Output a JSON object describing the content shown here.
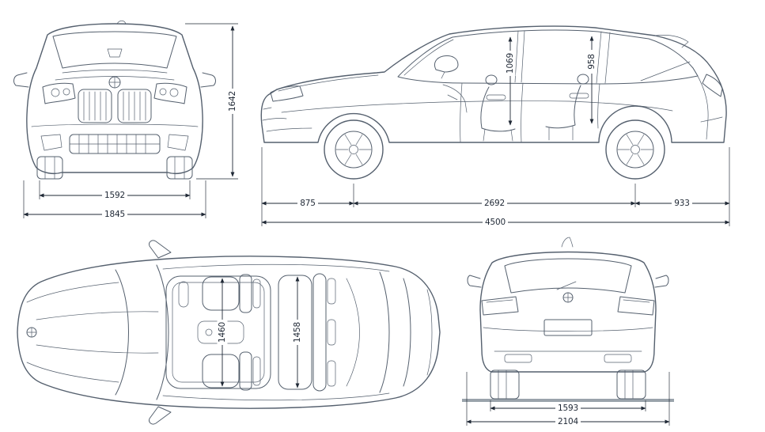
{
  "style": {
    "background": "#ffffff",
    "line_color": "#55606e",
    "dimension_color": "#1f2835"
  },
  "front_view": {
    "overall_height": "1642",
    "track_width": "1592",
    "overall_width": "1845"
  },
  "side_view": {
    "front_interior_height": "1069",
    "rear_interior_height": "958",
    "front_overhang": "875",
    "wheelbase": "2692",
    "rear_overhang": "933",
    "overall_length": "4500"
  },
  "top_view": {
    "front_interior_width": "1460",
    "rear_interior_width": "1458"
  },
  "rear_view": {
    "rear_track_width": "1593",
    "overall_width_with_mirrors": "2104"
  }
}
